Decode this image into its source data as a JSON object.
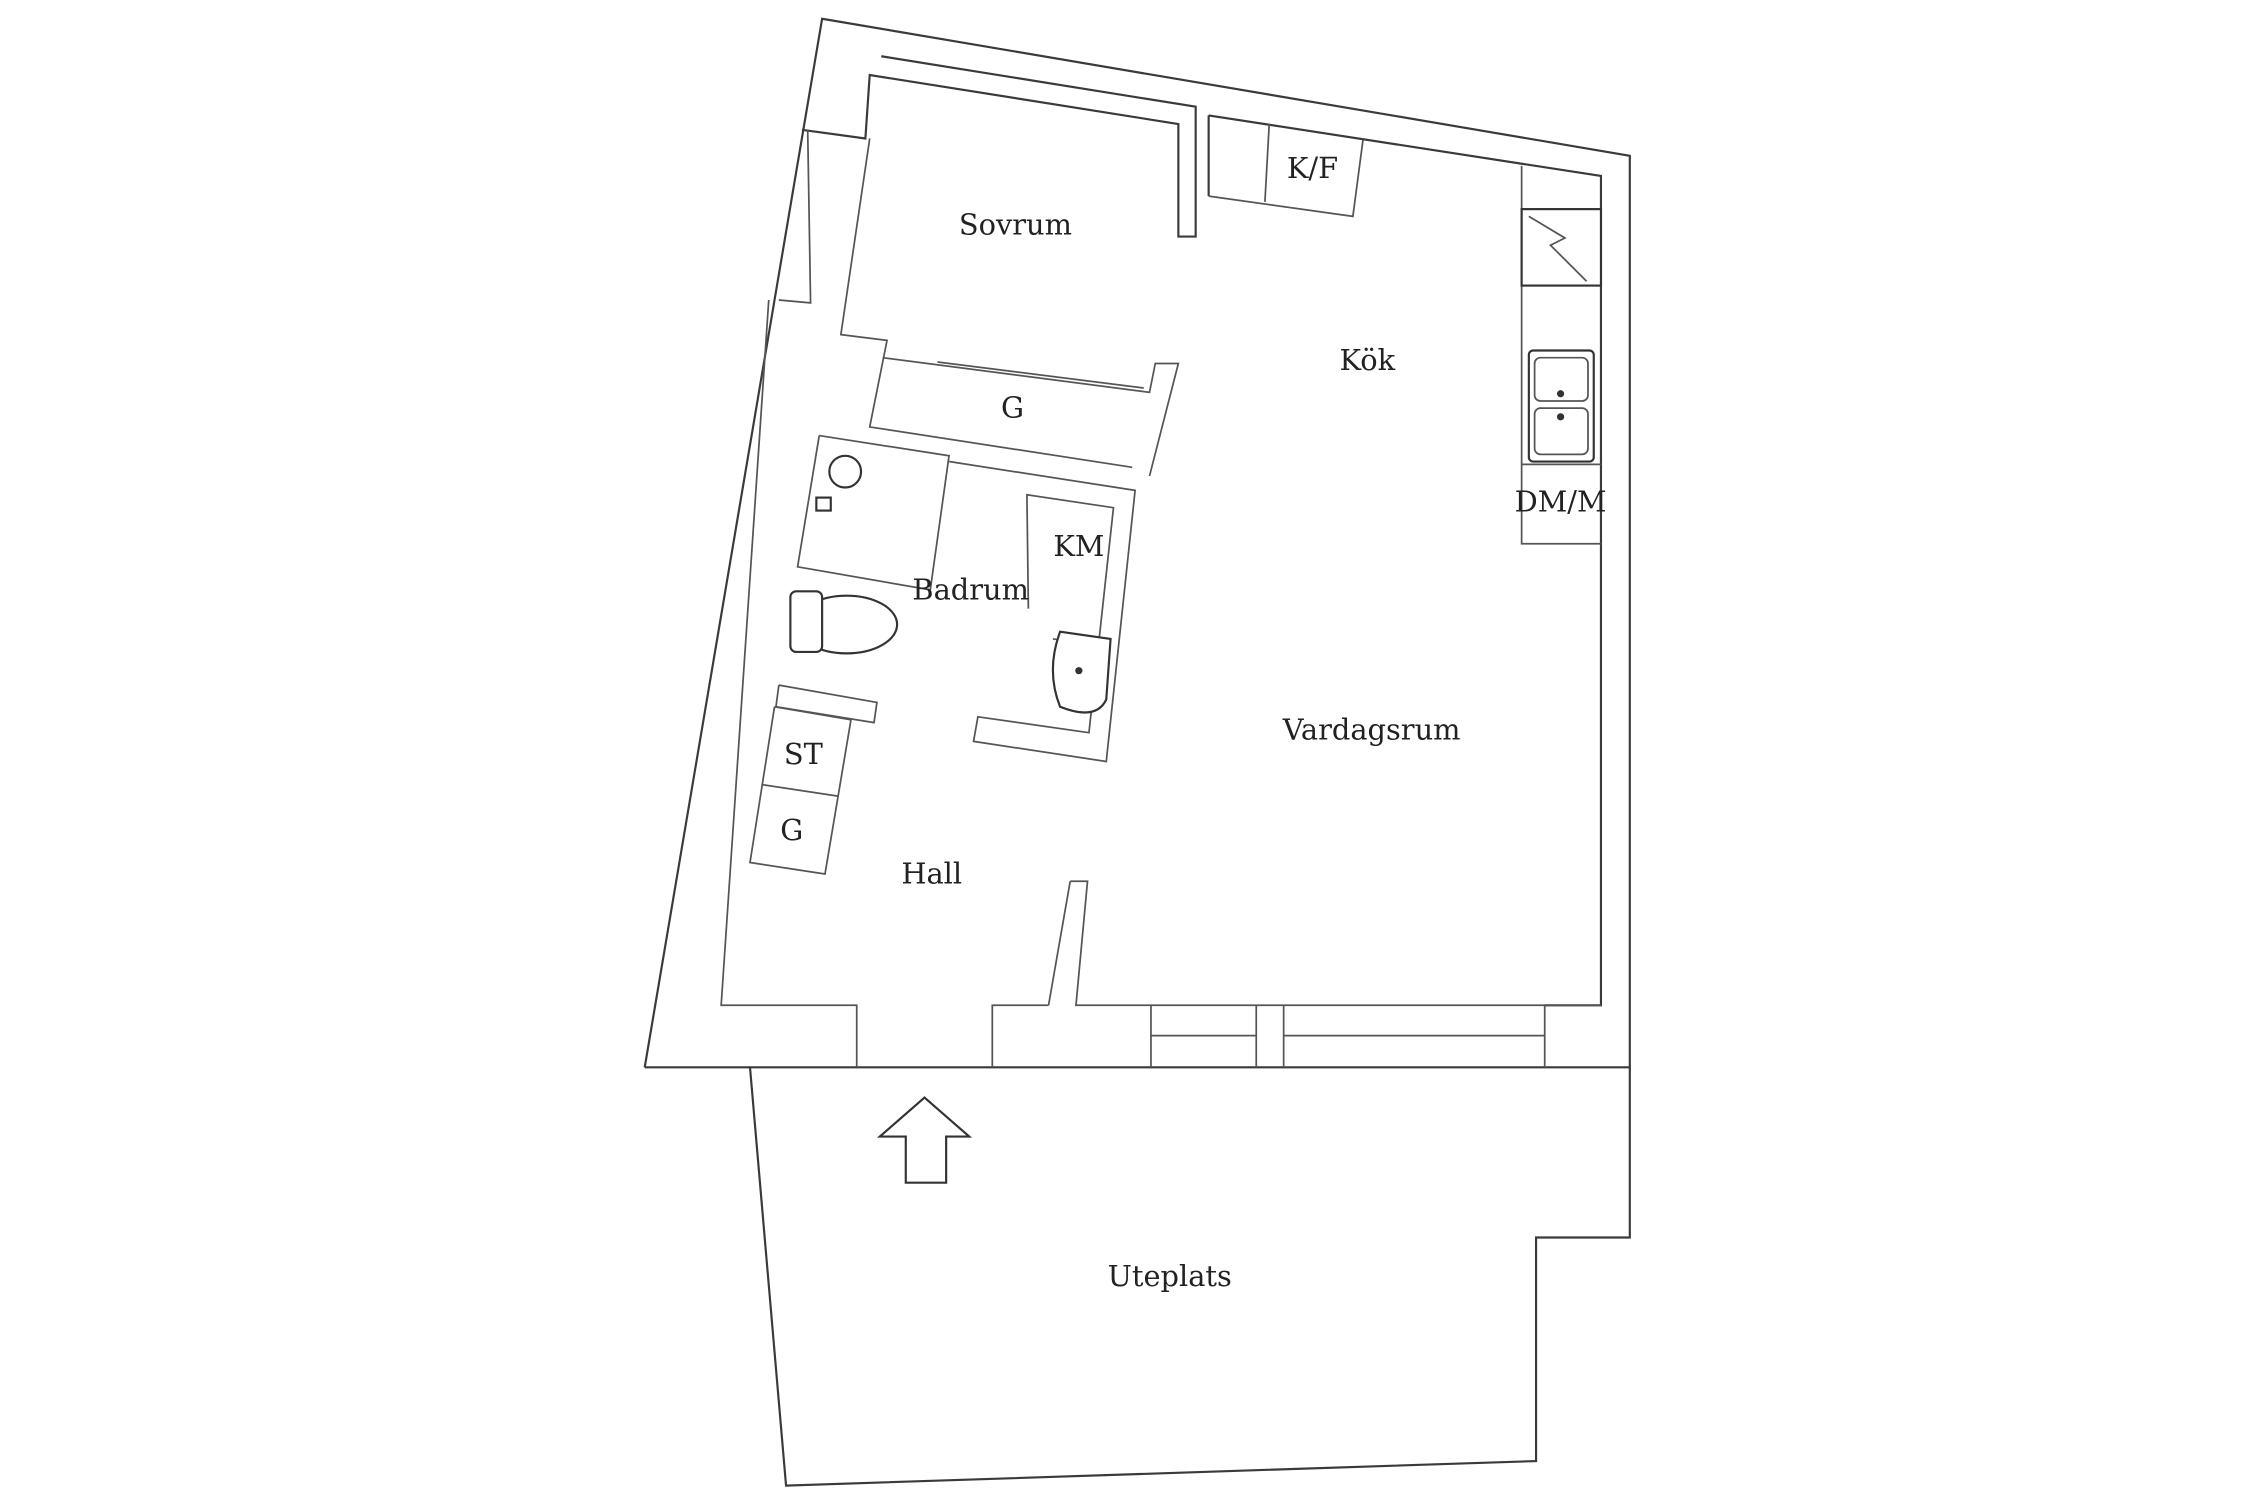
{
  "rooms": {
    "sovrum": "Sovrum",
    "kok": "Kök",
    "badrum": "Badrum",
    "vardagsrum": "Vardagsrum",
    "hall": "Hall",
    "uteplats": "Uteplats"
  },
  "fixtures": {
    "kf": "K/F",
    "dmm": "DM/M",
    "km": "KM",
    "st": "ST",
    "g_bedroom": "G",
    "g_hall": "G"
  }
}
